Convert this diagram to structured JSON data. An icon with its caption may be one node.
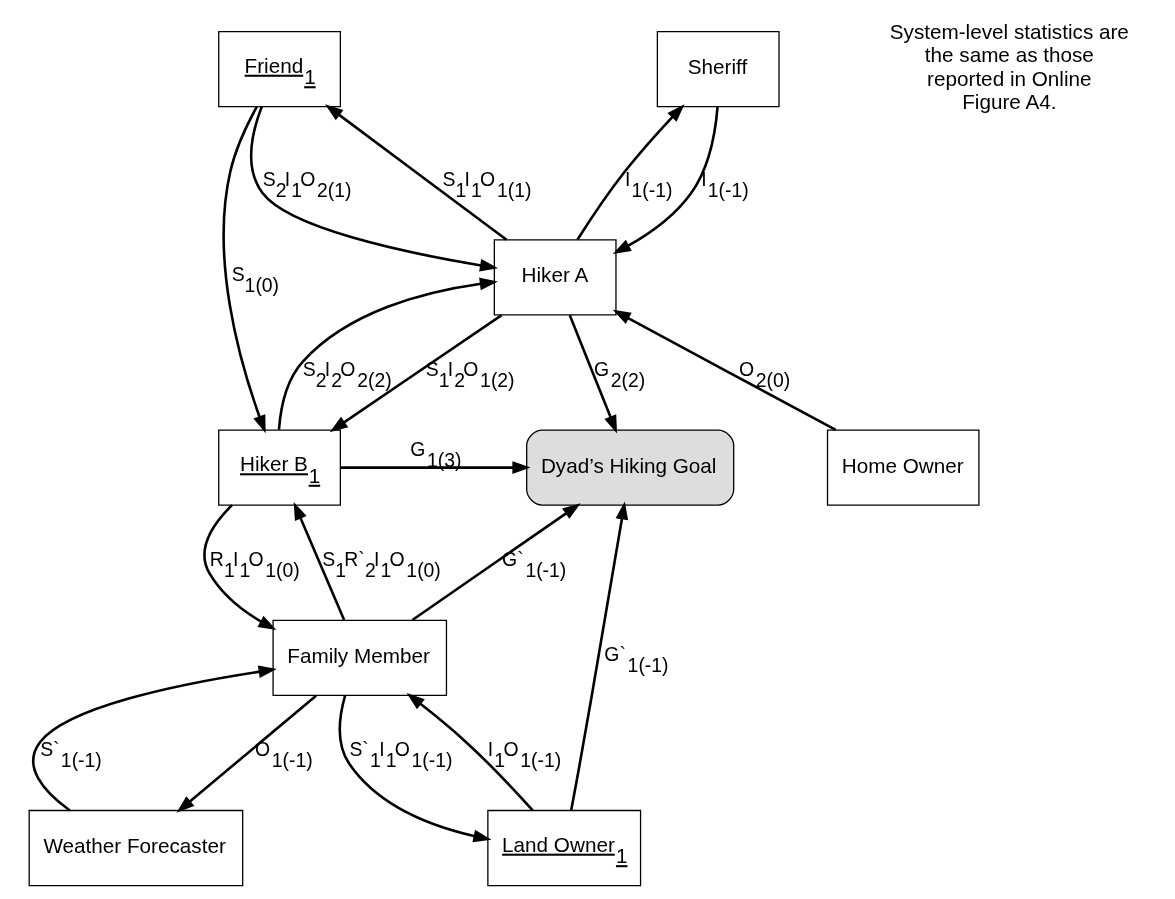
{
  "diagram": {
    "nodes": [
      {
        "text": [
          "Friend$_{1}$"
        ]
      },
      {
        "text": [
          "Sheriff"
        ]
      },
      {
        "text": [
          "Hiker A"
        ]
      },
      {
        "text": [
          "Home Owner"
        ]
      },
      {
        "text": [
          "Hiker B$_{1}$"
        ]
      },
      {
        "text": [
          "Dyad’s Hiking Goal"
        ]
      },
      {
        "text": [
          "Family Member"
        ]
      },
      {
        "text": [
          "Weather Forecaster"
        ]
      },
      {
        "text": [
          "Land Owner$_{1}$"
        ]
      }
    ],
    "edges": [
      {
        "from": 0,
        "to": 2,
        "arrow": "to",
        "label": "S$_{2}$I$_{1}$O$_{2(1)}$"
      },
      {
        "from": 2,
        "to": 0,
        "arrow": "to",
        "label": "S$_{1}$I$_{1}$O$_{1(1)}$"
      },
      {
        "from": 0,
        "to": 4,
        "arrow": "to",
        "label": "S$_{1(0)}$"
      },
      {
        "from": 1,
        "to": 2,
        "arrow": "to",
        "label": "I$_{1(-1)}$"
      },
      {
        "from": 2,
        "to": 1,
        "arrow": "to",
        "label": "I$_{1(-1)}$"
      },
      {
        "from": 3,
        "to": 2,
        "arrow": "to",
        "label": "O$_{2(0)}$"
      },
      {
        "from": 2,
        "to": 4,
        "arrow": "to",
        "label": "S$_{1}$I$_{2}$O$_{1(2)}$"
      },
      {
        "from": 4,
        "to": 2,
        "arrow": "to",
        "label": "S$_{2}$I$_{2}$O$_{2(2)}$"
      },
      {
        "from": 2,
        "to": 5,
        "arrow": "to",
        "label": "G$_{2(2)}$"
      },
      {
        "from": 4,
        "to": 5,
        "arrow": "to",
        "label": "G$_{1(3)}$"
      },
      {
        "from": 6,
        "to": 4,
        "arrow": "to",
        "label": "S$_{1}$R`$_{2}$I$_{1}$O$_{1(0)}$"
      },
      {
        "from": 4,
        "to": 6,
        "arrow": "to",
        "label": "R$_{1}$I$_{1}$O$_{1(0)}$"
      },
      {
        "from": 6,
        "to": 5,
        "arrow": "to",
        "label": "G`$_{1(-1)}$"
      },
      {
        "from": 7,
        "to": 6,
        "arrow": "to",
        "label": "S`$_{1(-1)}$"
      },
      {
        "from": 6,
        "to": 7,
        "arrow": "to",
        "label": "O$_{1(-1)}$"
      },
      {
        "from": 6,
        "to": 8,
        "arrow": "to",
        "label": "S`$_{1}$I$_{1}$O$_{1(-1)}$"
      },
      {
        "from": 8,
        "to": 6,
        "arrow": "to",
        "label": "I$_{1}$O$_{1(-1)}$"
      },
      {
        "from": 8,
        "to": 5,
        "arrow": "to",
        "label": "G`$_{1(-1)}$"
      }
    ],
    "labels": [
      "System-level statistics are the same as those reported in Online Figure A4."
    ]
  }
}
